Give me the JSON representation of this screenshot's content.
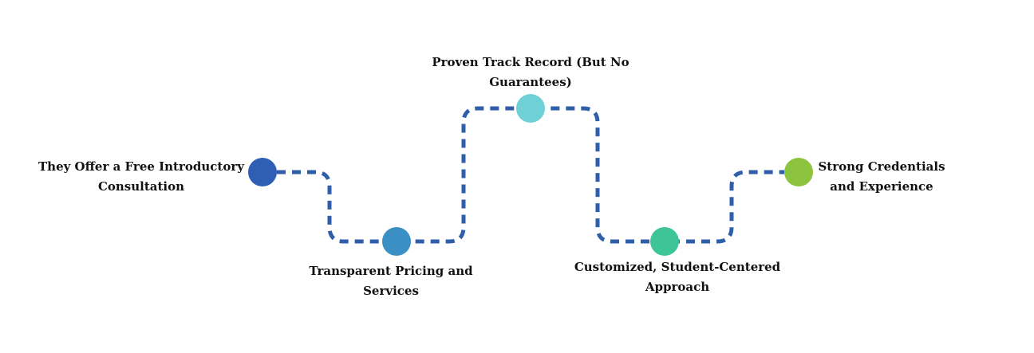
{
  "steps": [
    {
      "label": "They Offer a Free Introductory Consultation",
      "color": "#2f5fb5"
    },
    {
      "label": "Transparent Pricing and Services",
      "color": "#3a8fc5"
    },
    {
      "label": "Proven Track Record (But No Guarantees)",
      "color": "#6fd1d7"
    },
    {
      "label": "Customized, Student-Centered Approach",
      "color": "#3ec597"
    },
    {
      "label": "Strong Credentials and Experience",
      "color": "#8cc43f"
    }
  ],
  "path_color": "#2f5fa8"
}
